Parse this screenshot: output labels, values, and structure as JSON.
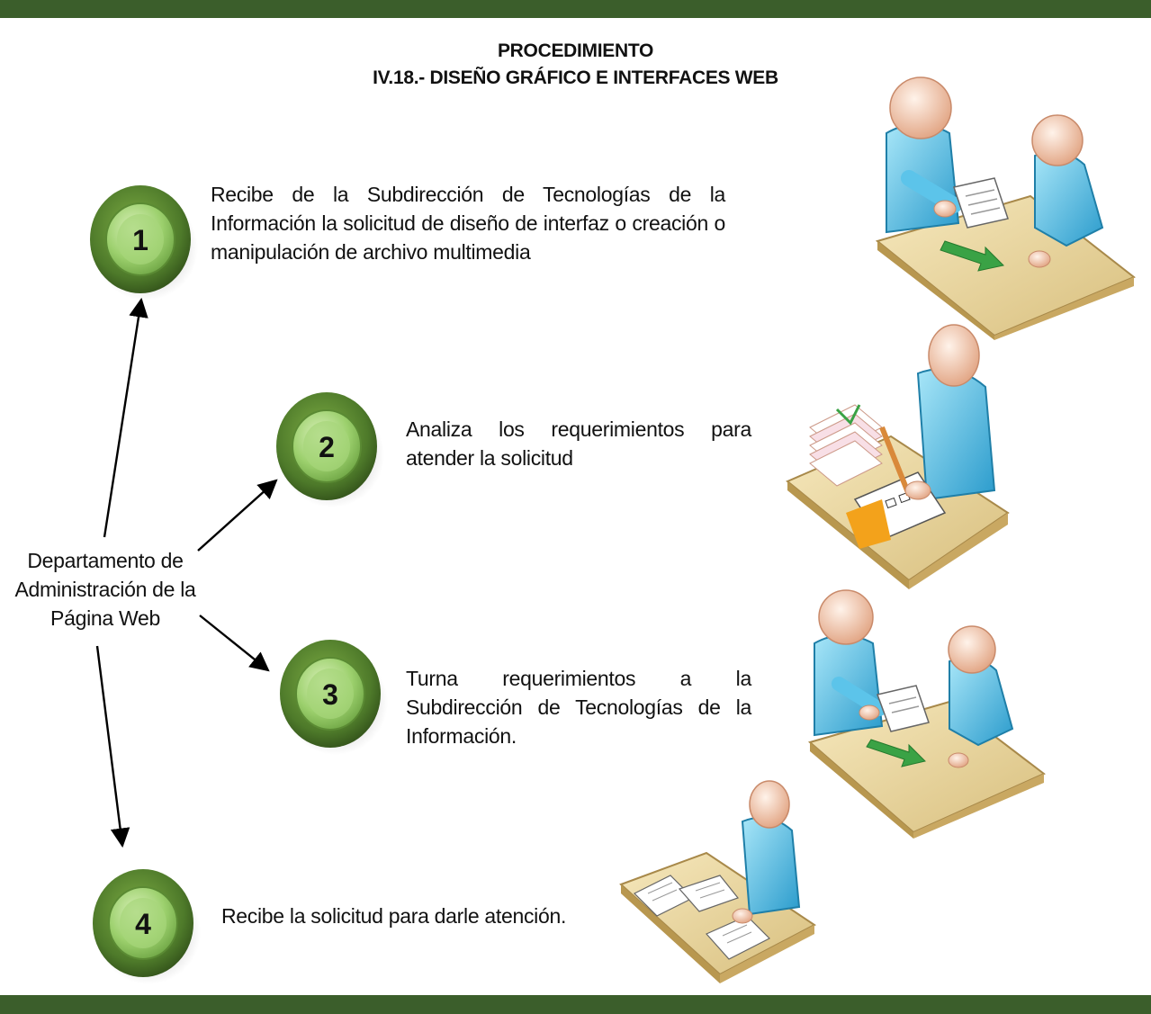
{
  "header": {
    "title_line1": "PROCEDIMIENTO",
    "title_line2": "IV.18.- DISEÑO GRÁFICO E INTERFACES WEB"
  },
  "department": {
    "line1": "Departamento de",
    "line2": "Administración de la",
    "line3": "Página Web"
  },
  "steps": [
    {
      "number": "1",
      "text": "Recibe de la Subdirección de Tecnologías de la Información la solicitud de diseño de interfaz o creación o manipulación de archivo multimedia"
    },
    {
      "number": "2",
      "text": "Analiza los requerimientos para atender la solicitud"
    },
    {
      "number": "3",
      "text": "Turna requerimientos a la Subdirección de Tecnologías de la Información."
    },
    {
      "number": "4",
      "text": "Recibe la solicitud para darle atención."
    }
  ],
  "illustrations": [
    "two-people-handing-document-icon",
    "person-writing-at-desk-icon",
    "two-people-handing-document-icon",
    "person-reviewing-documents-icon"
  ],
  "colors": {
    "band": "#3b5e2b",
    "badge_outer": "#4e7a2a",
    "badge_inner": "#8fc660",
    "skin": "#f3d1b8",
    "shirt": "#5cc4ea",
    "desk": "#e8d49c"
  }
}
